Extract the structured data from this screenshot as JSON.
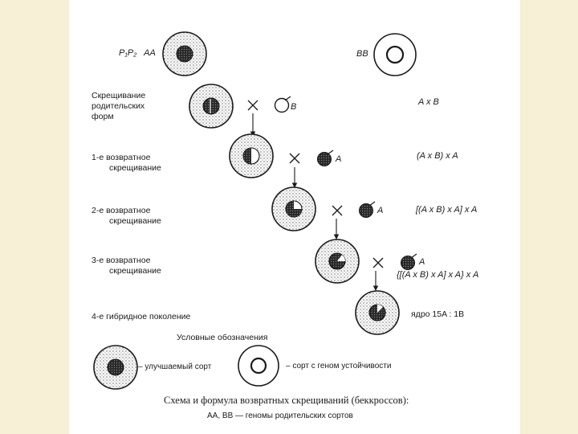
{
  "parents": {
    "p_label": "P₁P₂",
    "aa": "AA",
    "bb": "BB"
  },
  "steps": [
    {
      "label_lines": [
        "Скрещивание",
        "родительских",
        "форм"
      ],
      "gamete": "B",
      "formula": "A x B"
    },
    {
      "label_lines": [
        "1-е возвратное",
        "скрещивание"
      ],
      "gamete": "A",
      "formula": "(A x B) x A"
    },
    {
      "label_lines": [
        "2-е возвратное",
        "скрещивание"
      ],
      "gamete": "A",
      "formula": "[(A x B) x A] x A"
    },
    {
      "label_lines": [
        "3-е возвратное",
        "скрещивание"
      ],
      "gamete": "A",
      "formula": "{[(A x B) x A] x A} x A"
    }
  ],
  "generation4": {
    "label": "4-е гибридное поколение",
    "nucleus": "ядро 15A : 1B"
  },
  "legend": {
    "title": "Условные обозначения",
    "improved": "– улучшаемый сорт",
    "resistant": "– сорт с геном устойчивости"
  },
  "caption": {
    "line1": "Схема и формула возвратных скрещиваний (беккроссов):",
    "line2": "AA, BB — геномы родительских сортов"
  },
  "colors": {
    "page_bg": "#f7efd6",
    "paper": "#ffffff",
    "ink": "#1a1a1a"
  }
}
